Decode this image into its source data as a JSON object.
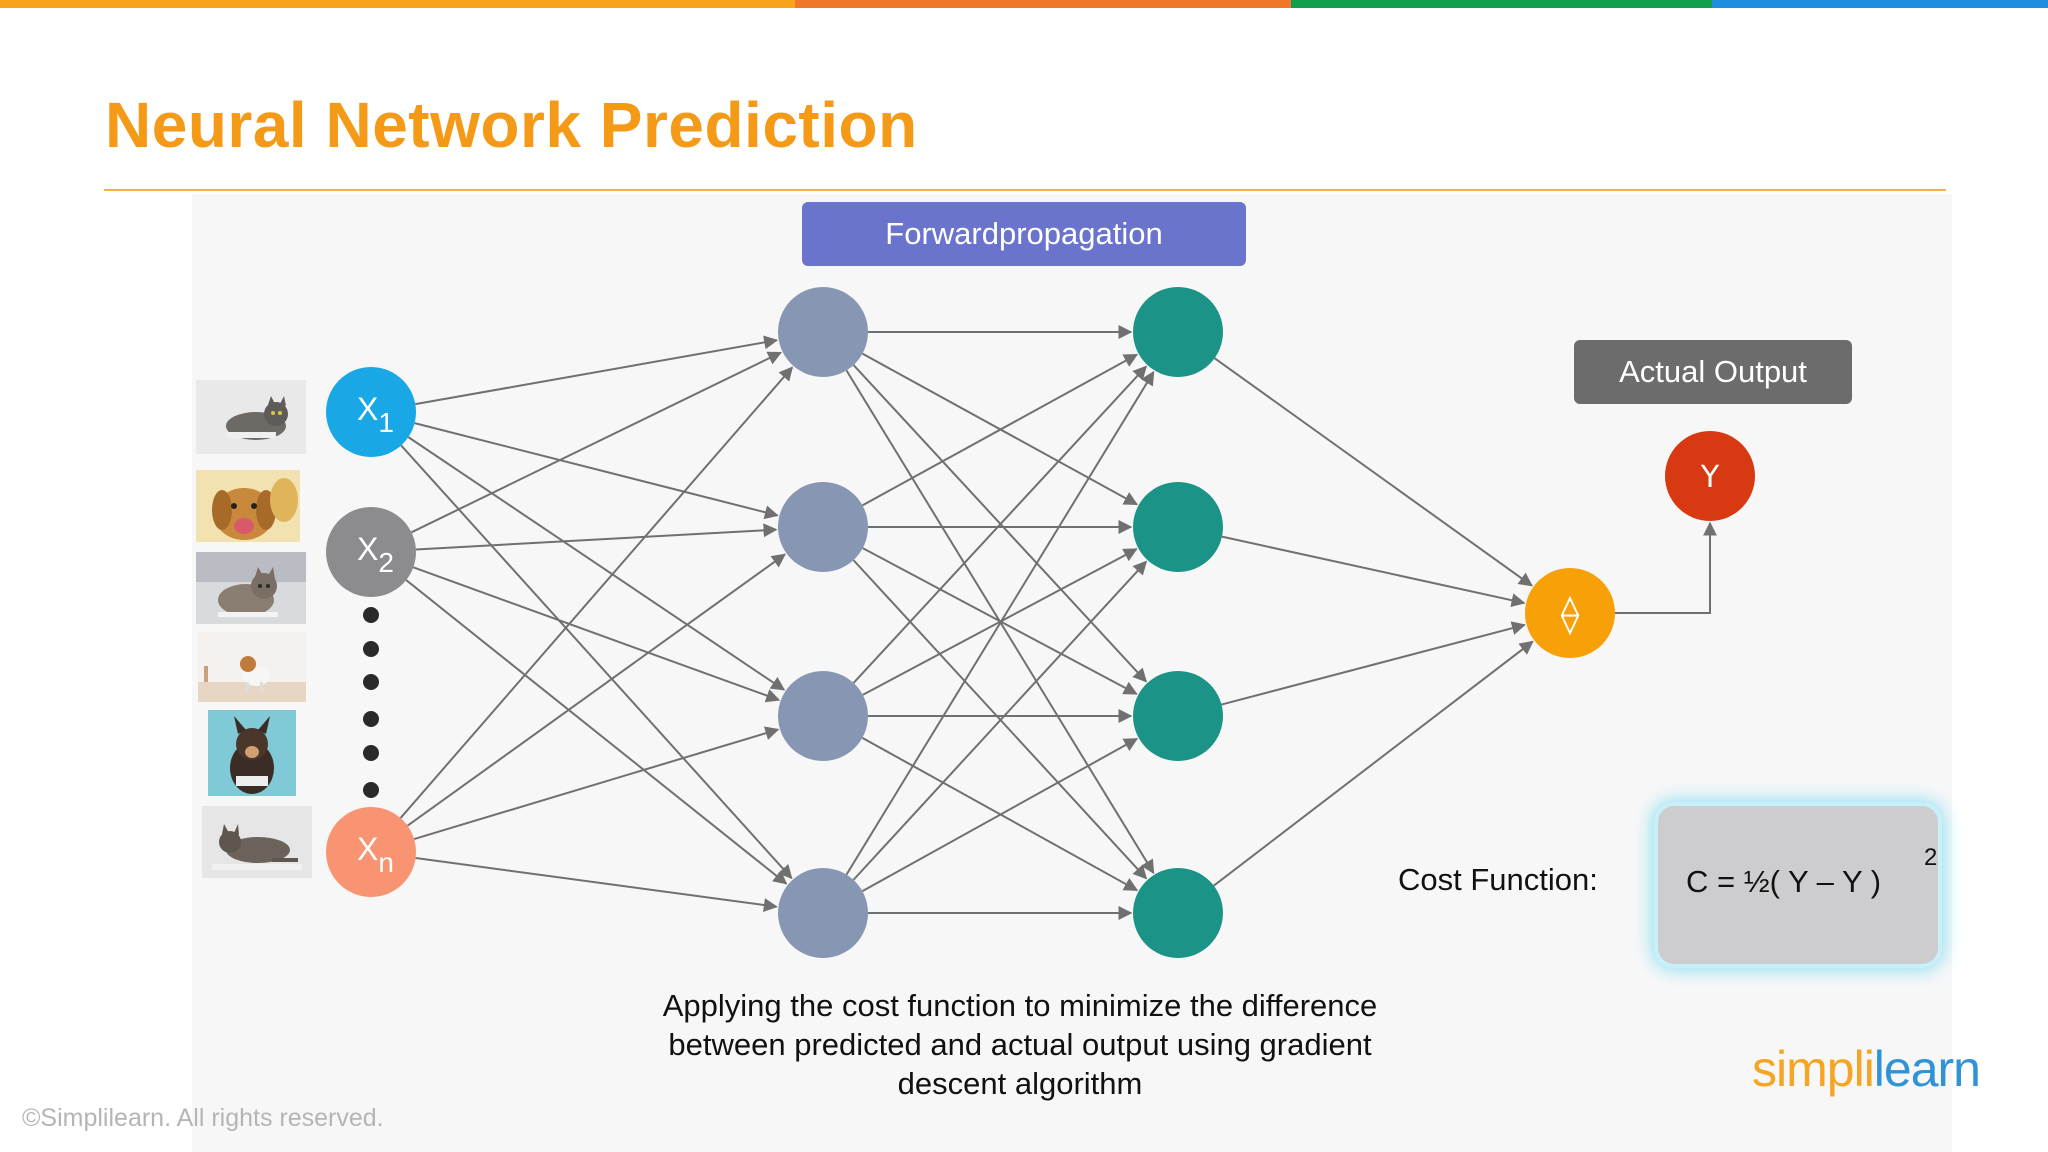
{
  "slide": {
    "title": "Neural Network Prediction",
    "top_bar_colors": [
      "#f9a31b",
      "#f0762a",
      "#10a04c",
      "#1f8ede"
    ]
  },
  "badges": {
    "forward": "Forwardpropagation",
    "actual_output": "Actual Output"
  },
  "network": {
    "inputs": [
      {
        "base": "X",
        "sub": "1",
        "color": "#1aa7e6"
      },
      {
        "base": "X",
        "sub": "2",
        "color": "#8c8c8f"
      },
      {
        "base": "X",
        "sub": "n",
        "color": "#f99472"
      }
    ],
    "hidden_1_color": "#8796b2",
    "hidden_2_color": "#1b9387",
    "output_node": {
      "symbol": "⟠",
      "color": "#f8a008"
    },
    "actual_node": {
      "label": "Y",
      "color": "#d73a12"
    },
    "edge_color": "#707070"
  },
  "images": [
    "cat-photo",
    "dog-photo",
    "cat-photo",
    "dog-photo",
    "dog-photo",
    "cat-photo"
  ],
  "cost": {
    "label": "Cost Function:",
    "formula": "C = ½( Y – Y )",
    "exponent": "2"
  },
  "caption": "Applying the cost function to minimize the difference between predicted and actual output using gradient descent algorithm",
  "footer": {
    "copyright": "©Simplilearn. All rights reserved.",
    "logo_left": "simpl",
    "logo_i": "i",
    "logo_right": "learn"
  }
}
